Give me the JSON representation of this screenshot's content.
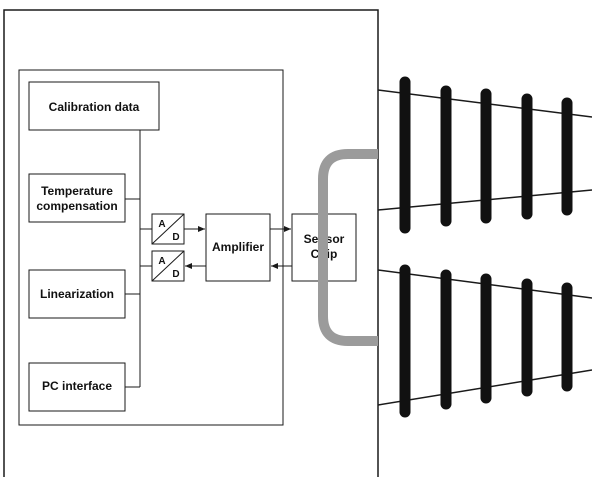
{
  "blocks": {
    "calibration_data": "Calibration data",
    "temperature_line1": "Temperature",
    "temperature_line2": "compensation",
    "linearization": "Linearization",
    "pc_interface": "PC interface",
    "amplifier": "Amplifier",
    "sensor_line1": "Sensor",
    "sensor_line2": "Chip"
  },
  "converters": [
    {
      "top": "A",
      "bottom": "D"
    },
    {
      "top": "A",
      "bottom": "D"
    }
  ],
  "colors": {
    "stroke": "#1a1a1a",
    "cable": "#9b9b9b",
    "coil": "#111111"
  }
}
